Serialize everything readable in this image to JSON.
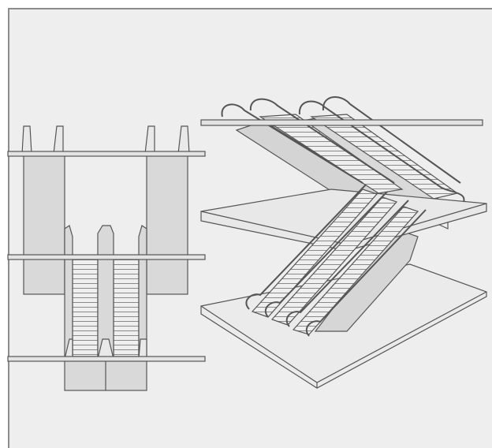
{
  "figure": {
    "kind": "escalator-arrangement-drawing",
    "views": [
      "elevation-view",
      "isometric-view"
    ],
    "colors": {
      "background": "#eeeeee",
      "frame": "#8c8c8c",
      "fill_light": "#d9d9d9",
      "fill_lighter": "#e9e9e9",
      "stroke": "#555555"
    }
  }
}
